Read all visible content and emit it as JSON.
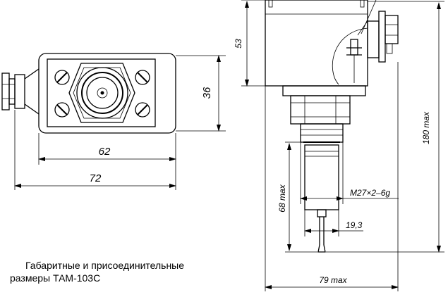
{
  "caption": {
    "line1": "Габаритные и присоединительные",
    "line2": "размеры ТАМ-103С"
  },
  "dimensions": {
    "inner_width": "62",
    "outer_width": "72",
    "height": "36",
    "top_box": "53",
    "total_height": "180 max",
    "probe_length": "68 max",
    "thread": "M27×2–6g",
    "probe_diameter": "19,3",
    "total_width": "79 max"
  },
  "colors": {
    "line": "#000000",
    "background": "#ffffff"
  }
}
